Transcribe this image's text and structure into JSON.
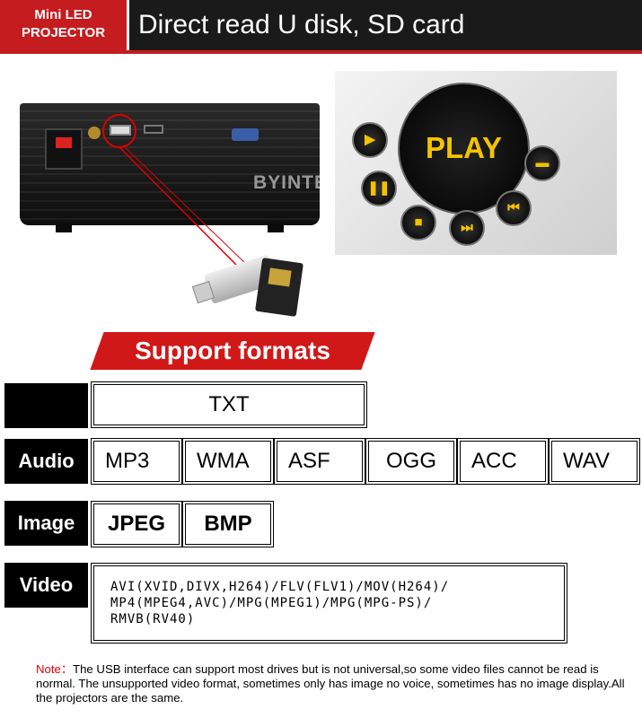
{
  "header": {
    "badge_line1": "Mini LED",
    "badge_line2": "PROJECTOR",
    "title": "Direct read U disk, SD card"
  },
  "illustration": {
    "watermark": "BYINTEK",
    "play_label": "PLAY",
    "buttons": [
      "play-icon",
      "pause-icon",
      "stop-icon",
      "next-icon",
      "previous-icon",
      "folder-icon"
    ]
  },
  "banner": "Support formats",
  "rows": {
    "text": {
      "label": "",
      "formats": [
        "TXT"
      ]
    },
    "audio": {
      "label": "Audio",
      "formats": [
        "MP3",
        "WMA",
        "ASF",
        "OGG",
        "ACC",
        "WAV"
      ]
    },
    "image": {
      "label": "Image",
      "formats": [
        "JPEG",
        "BMP"
      ]
    },
    "video": {
      "label": "Video",
      "lines": [
        "AVI(XVID,DIVX,H264)/FLV(FLV1)/MOV(H264)/",
        "MP4(MPEG4,AVC)/MPG(MPEG1)/MPG(MPG-PS)/",
        "RMVB(RV40)"
      ]
    }
  },
  "note": {
    "label": "Note：",
    "text": "The USB interface can support most drives but is not universal,so some video files cannot be read is normal. The unsupported video format, sometimes only has image no voice, sometimes has no image display.All the projectors are the same."
  },
  "colors": {
    "accent": "#c41c1f",
    "header_bg": "#1a1a1a",
    "play_text": "#f4c300"
  }
}
